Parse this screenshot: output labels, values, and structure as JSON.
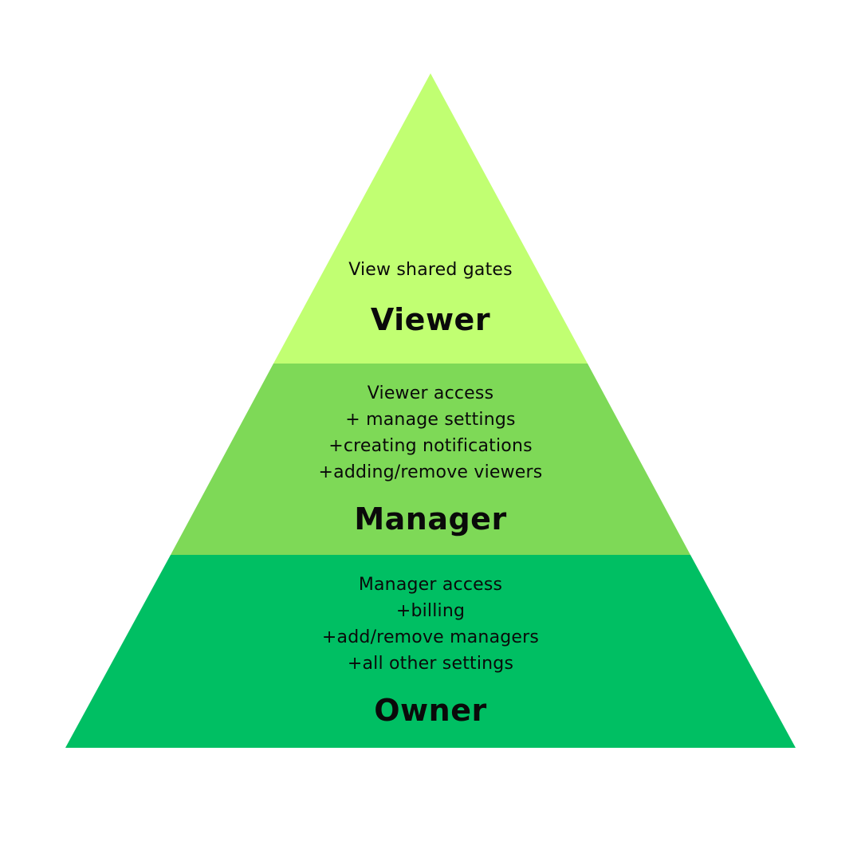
{
  "diagram": {
    "type": "pyramid",
    "tiers": [
      {
        "name": "Viewer",
        "color": "#c1ff72",
        "description": [
          "View shared gates"
        ]
      },
      {
        "name": "Manager",
        "color": "#7ed957",
        "description": [
          "Viewer access",
          "+ manage settings",
          "+creating notifications",
          "+adding/remove viewers"
        ]
      },
      {
        "name": "Owner",
        "color": "#00bf63",
        "description": [
          "Manager access",
          "+billing",
          "+add/remove managers",
          "+all other settings"
        ]
      }
    ]
  }
}
